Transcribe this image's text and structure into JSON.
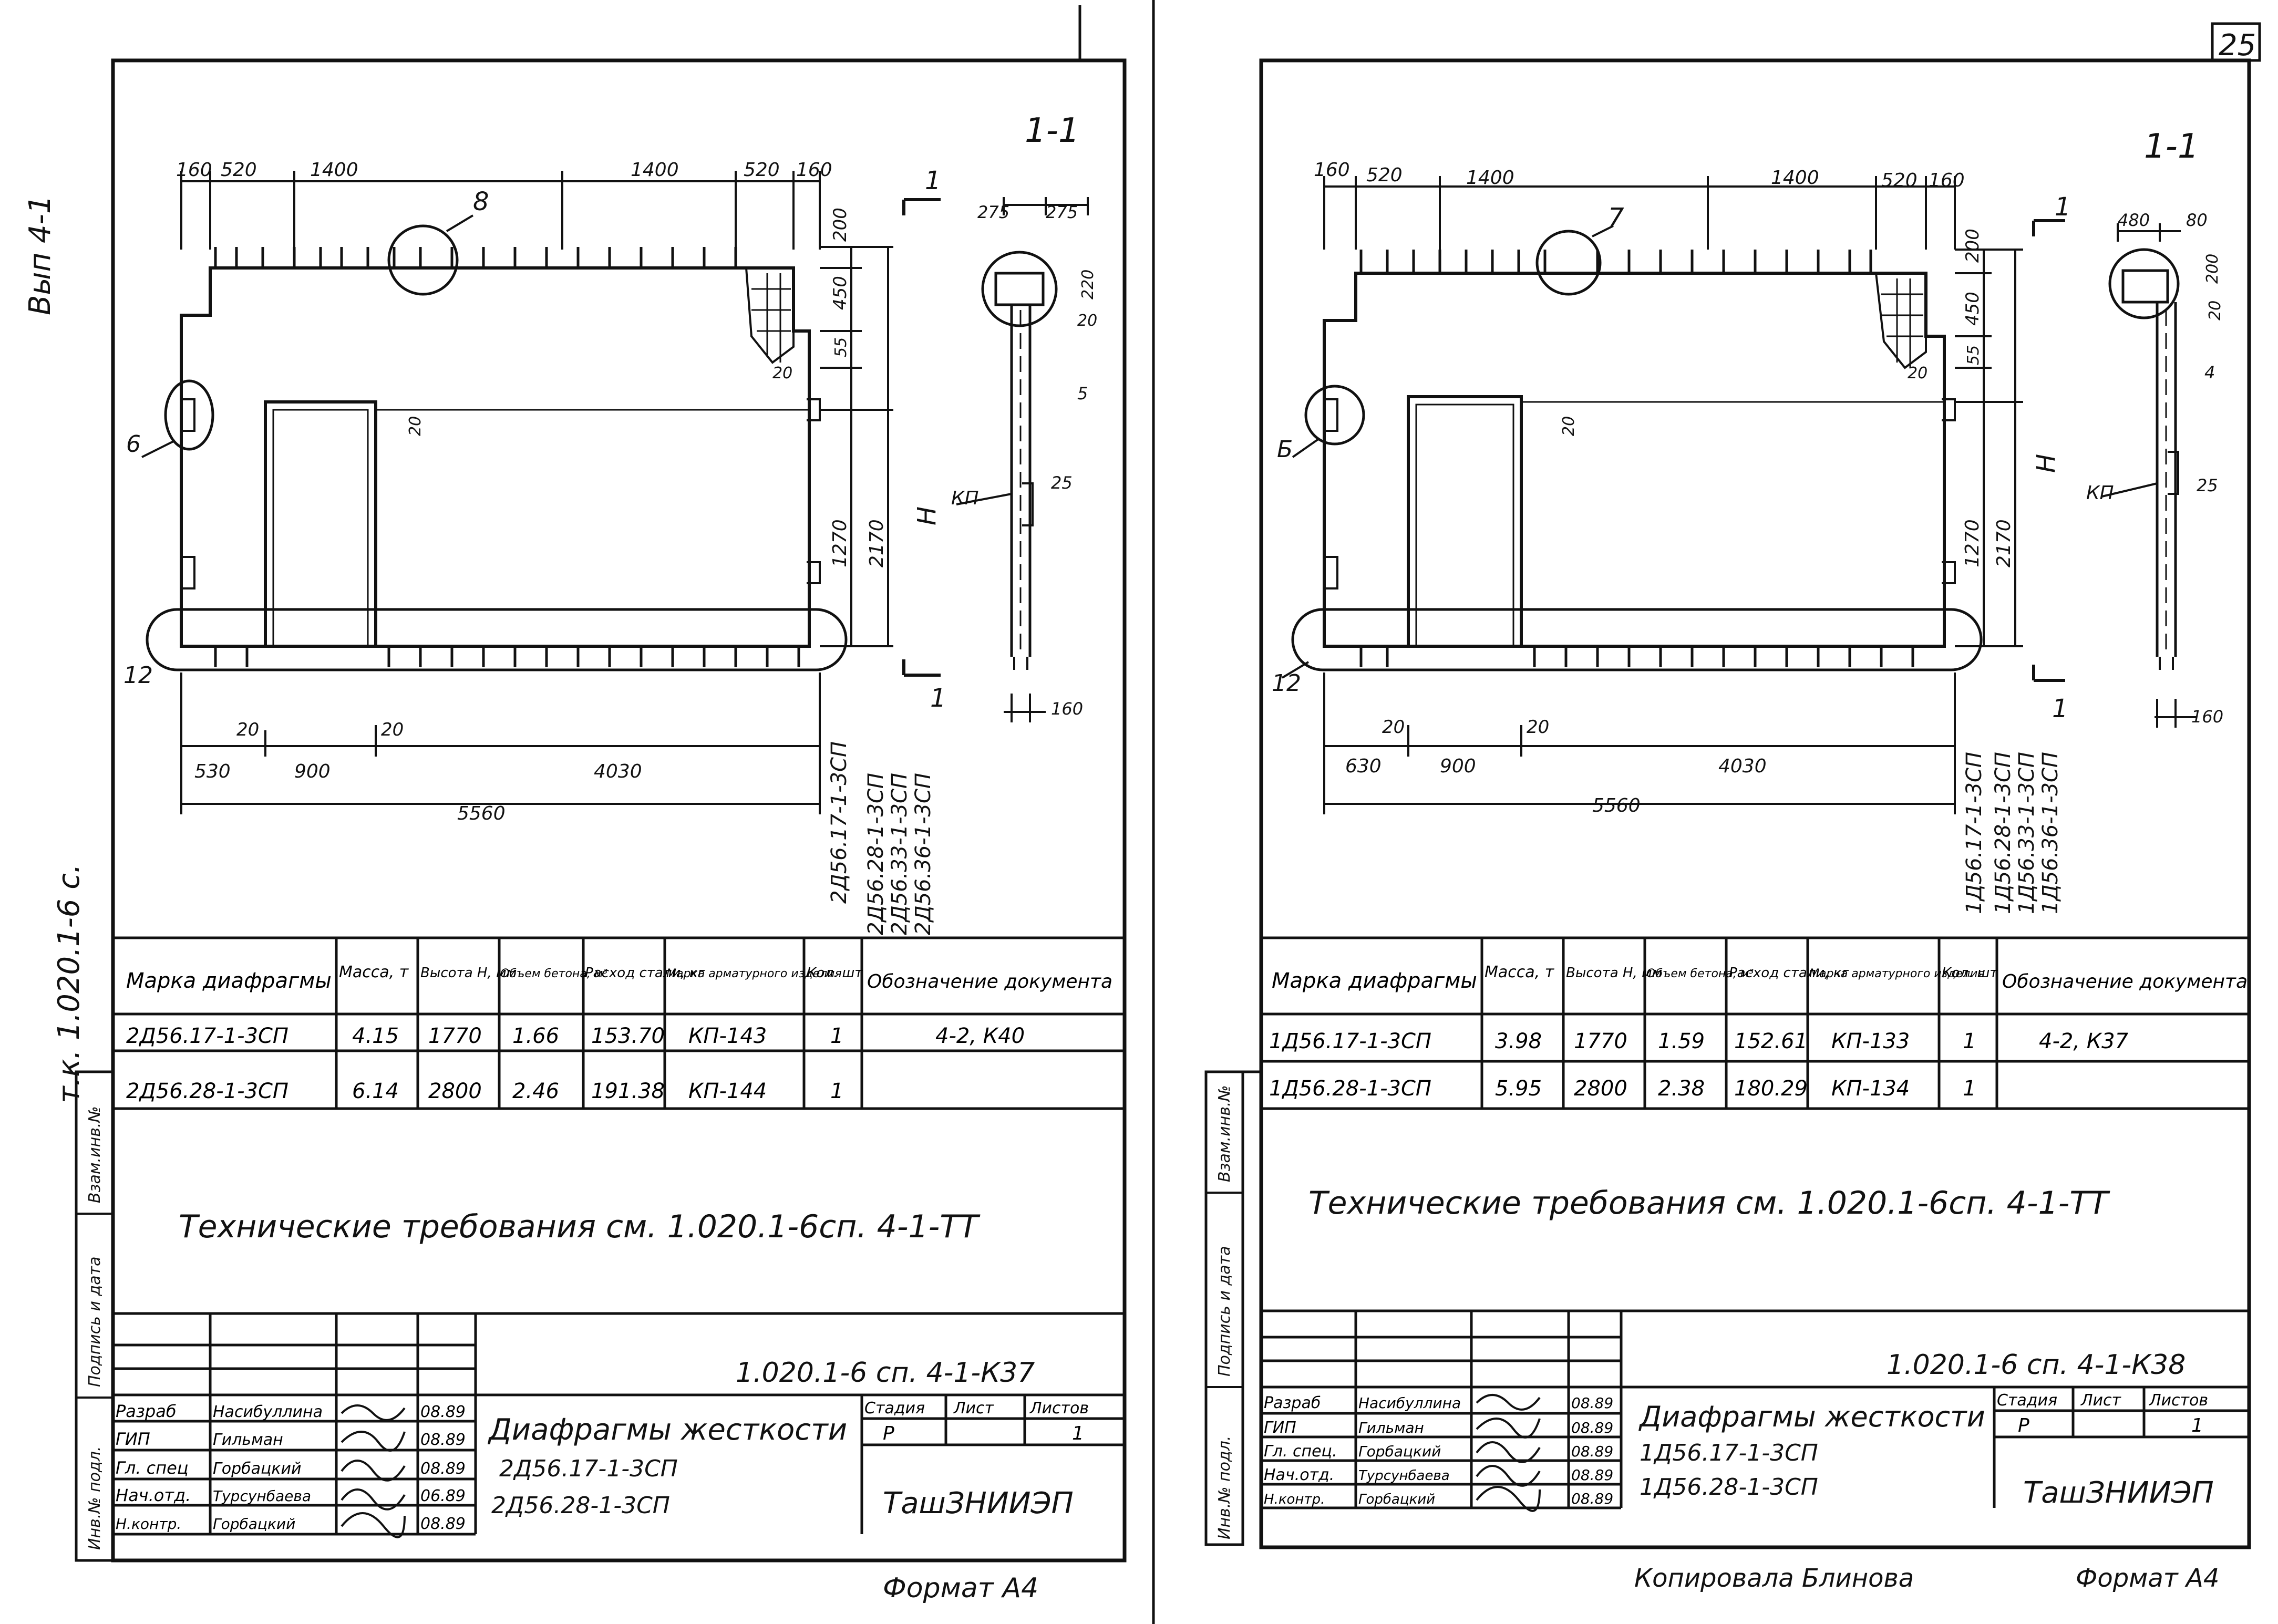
{
  "margin_notes": {
    "issue": "Вып 4-1",
    "series": "т.к. 1.020.1-6 с.",
    "stamp_labels": [
      "Инв.№ подл.",
      "Подпись и дата",
      "Взам.инв.№"
    ]
  },
  "left_sheet": {
    "section_label": "1-1",
    "callouts": {
      "node_top": "8",
      "node_side": "6",
      "node_bottom": "12",
      "section_mark_top": "1",
      "section_mark_bottom": "1"
    },
    "dims_top": [
      "160",
      "520",
      "1400",
      "1400",
      "520",
      "160"
    ],
    "dims_right": [
      "200",
      "450",
      "55",
      "20",
      "1270",
      "2170",
      "H"
    ],
    "dims_bottom": [
      "20",
      "20",
      "530",
      "900",
      "4030",
      "5560"
    ],
    "dims_inner": [
      "20"
    ],
    "section_dims": [
      "275",
      "275",
      "220",
      "20",
      "5",
      "25",
      "160"
    ],
    "section_kp": "КП",
    "vertical_marks": [
      "2Д56.17-1-3СП",
      "2Д56.28-1-3СП",
      "2Д56.33-1-3СП",
      "2Д56.36-1-3СП"
    ],
    "table": {
      "headers": [
        "Марка диафрагмы",
        "Масса, т",
        "Высота Н, мм",
        "Объем бетона, м³",
        "Расход стали, кг",
        "Марка арматурного изделия",
        "Кол. шт",
        "Обозначение документа"
      ],
      "rows": [
        [
          "2Д56.17-1-3СП",
          "4.15",
          "1770",
          "1.66",
          "153.70",
          "КП-143",
          "1",
          "4-2, К40"
        ],
        [
          "2Д56.28-1-3СП",
          "6.14",
          "2800",
          "2.46",
          "191.38",
          "КП-144",
          "1",
          ""
        ]
      ]
    },
    "tech_req": "Технические требования см. 1.020.1-6сп. 4-1-ТТ",
    "title_block": {
      "doc_code": "1.020.1-6 сп. 4-1-К37",
      "roles": [
        "Разраб",
        "ГИП",
        "Гл. спец",
        "Нач.отд.",
        "Н.контр."
      ],
      "names": [
        "Насибуллина",
        "Гильман",
        "Горбацкий",
        "Турсунбаева",
        "Горбацкий"
      ],
      "dates": [
        "08.89",
        "08.89",
        "08.89",
        "06.89",
        "08.89"
      ],
      "title": "Диафрагмы жесткости",
      "sub1": "2Д56.17-1-3СП",
      "sub2": "2Д56.28-1-3СП",
      "stage_h": "Стадия",
      "sheet_h": "Лист",
      "sheets_h": "Листов",
      "stage": "Р",
      "sheets": "1",
      "org": "ТашЗНИИЭП"
    },
    "format": "Формат А4"
  },
  "right_sheet": {
    "page_number": "25",
    "section_label": "1-1",
    "callouts": {
      "node_top": "7",
      "node_side": "Б",
      "node_bottom": "12",
      "section_mark_top": "1",
      "section_mark_bottom": "1"
    },
    "dims_top": [
      "160",
      "520",
      "1400",
      "1400",
      "520",
      "160"
    ],
    "dims_right": [
      "200",
      "450",
      "55",
      "20",
      "1270",
      "2170",
      "H"
    ],
    "dims_bottom": [
      "20",
      "20",
      "630",
      "900",
      "4030",
      "5560"
    ],
    "dims_inner": [
      "20"
    ],
    "section_dims": [
      "480",
      "80",
      "200",
      "20",
      "4",
      "25",
      "160"
    ],
    "section_kp": "КП",
    "vertical_marks": [
      "1Д56.17-1-3СП",
      "1Д56.28-1-3СП",
      "1Д56.33-1-3СП",
      "1Д56.36-1-3СП"
    ],
    "table": {
      "headers": [
        "Марка диафрагмы",
        "Масса, т",
        "Высота Н, мм",
        "Объем бетона, м³",
        "Расход стали, кг",
        "Марка арматурного изделия",
        "Кол. шт",
        "Обозначение документа"
      ],
      "rows": [
        [
          "1Д56.17-1-3СП",
          "3.98",
          "1770",
          "1.59",
          "152.61",
          "КП-133",
          "1",
          "4-2, К37"
        ],
        [
          "1Д56.28-1-3СП",
          "5.95",
          "2800",
          "2.38",
          "180.29",
          "КП-134",
          "1",
          ""
        ]
      ]
    },
    "tech_req": "Технические требования см. 1.020.1-6сп. 4-1-ТТ",
    "title_block": {
      "doc_code": "1.020.1-6 сп. 4-1-К38",
      "roles": [
        "Разраб",
        "ГИП",
        "Гл. спец.",
        "Нач.отд.",
        "Н.контр."
      ],
      "names": [
        "Насибуллина",
        "Гильман",
        "Горбацкий",
        "Турсунбаева",
        "Горбацкий"
      ],
      "dates": [
        "08.89",
        "08.89",
        "08.89",
        "08.89",
        "08.89"
      ],
      "title": "Диафрагмы жесткости",
      "sub1": "1Д56.17-1-3СП",
      "sub2": "1Д56.28-1-3СП",
      "stage_h": "Стадия",
      "sheet_h": "Лист",
      "sheets_h": "Листов",
      "stage": "Р",
      "sheets": "1",
      "org": "ТашЗНИИЭП"
    },
    "copied_by": "Копировала Блинова",
    "format": "Формат А4"
  }
}
